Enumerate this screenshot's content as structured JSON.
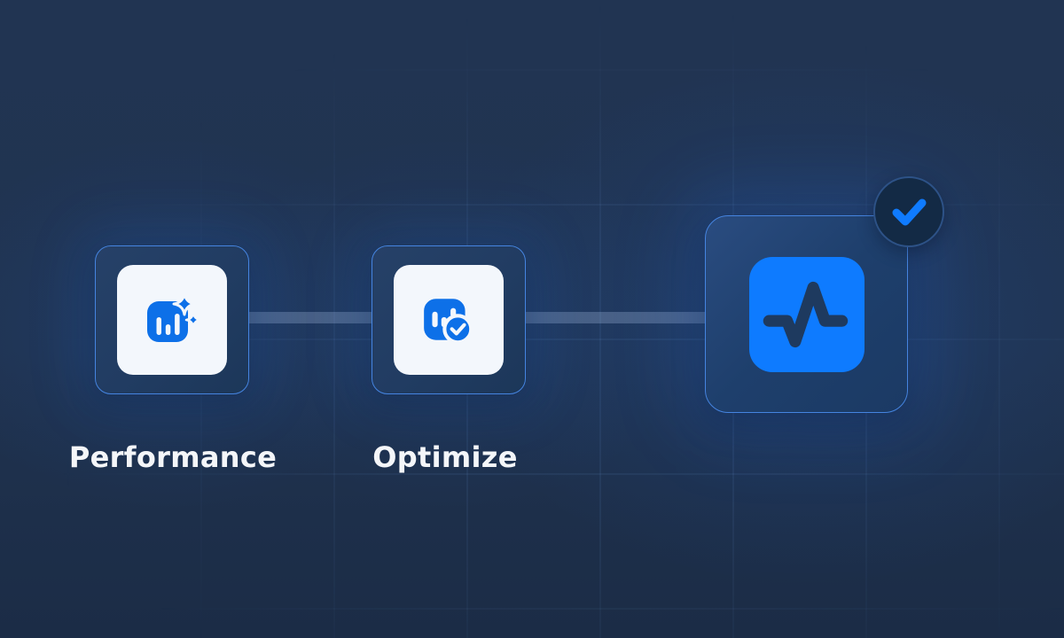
{
  "workflow": {
    "steps": [
      {
        "label": "Performance",
        "icon": "chart-sparkles-icon",
        "state": "default"
      },
      {
        "label": "Optimize",
        "icon": "chart-check-icon",
        "state": "default"
      },
      {
        "label": "",
        "icon": "activity-pulse-icon",
        "state": "completed",
        "badge_icon": "check-icon"
      }
    ]
  },
  "colors": {
    "background": "#203350",
    "grid_line": "rgba(110,155,215,0.10)",
    "card_fill": "#213c62",
    "card_fill_large": "#1e3f6c",
    "card_border": "#4584e0",
    "tile_white": "#f3f7fc",
    "tile_blue": "#0e7bff",
    "icon_blue": "#0d70e8",
    "icon_dark": "#1e3a5f",
    "badge_fill": "#132a45",
    "badge_ring": "#2d5287",
    "accent_check": "#0f7bff",
    "connector": "rgba(164,189,224,0.30)",
    "label_text": "#f4f6f9"
  }
}
